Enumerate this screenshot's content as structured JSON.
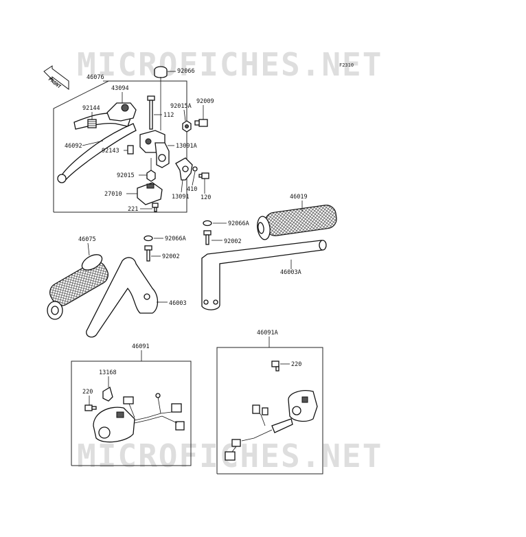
{
  "watermark": "MICROFICHES.NET",
  "diagram_code": "F2310",
  "front_label": "FRONT",
  "parts": {
    "p46076": "46076",
    "p43094": "43094",
    "p92144": "92144",
    "p46092": "46092",
    "p92143": "92143",
    "p92015": "92015",
    "p27010": "27010",
    "p221": "221",
    "p92066": "92066",
    "p112": "112",
    "p92015A": "92015A",
    "p92009": "92009",
    "p13091A": "13091A",
    "p410": "410",
    "p13091": "13091",
    "p120": "120",
    "p46019": "46019",
    "p92066A_r": "92066A",
    "p92002_r": "92002",
    "p46003A": "46003A",
    "p46075": "46075",
    "p92066A_l": "92066A",
    "p92002_l": "92002",
    "p46003": "46003",
    "p46091": "46091",
    "p13168": "13168",
    "p220_l": "220",
    "p46091A": "46091A",
    "p220_r": "220"
  }
}
